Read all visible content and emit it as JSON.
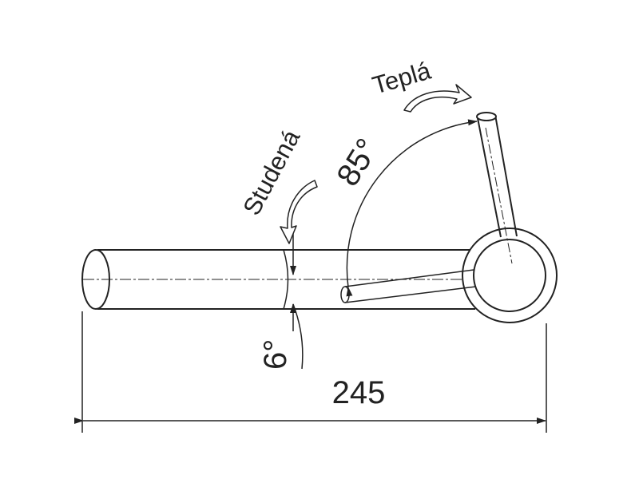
{
  "labels": {
    "hot": "Teplá",
    "cold": "Studená",
    "lever_angle": "85°",
    "spout_angle": "6°",
    "length": "245"
  },
  "colors": {
    "stroke": "#222222",
    "background": "#ffffff"
  },
  "icons": [
    "arrow-curved-right-icon",
    "arrow-curved-down-icon",
    "arrowhead-icon"
  ]
}
